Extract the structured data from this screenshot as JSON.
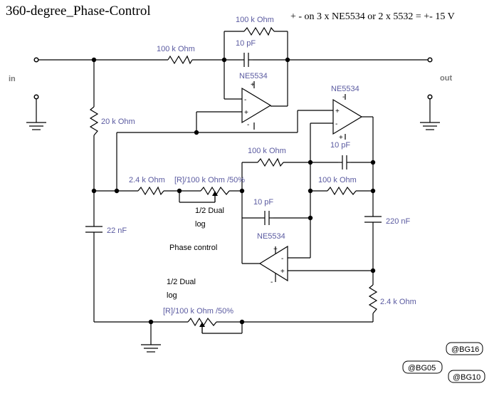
{
  "title": "360-degree_Phase-Control",
  "power_note": "+ -   on 3 x NE5534 or 2 x 5532  =   +- 15 V",
  "terminals": {
    "input": "in",
    "output": "out"
  },
  "opamps": {
    "u1": "NE5534",
    "u2": "NE5534",
    "u3": "NE5534"
  },
  "components": {
    "r_in": "100 k Ohm",
    "r_fb1": "100 k Ohm",
    "c_fb1": "10 pF",
    "r_bias": "20 k Ohm",
    "c_bias": "22 nF",
    "r_series": "2.4 k Ohm",
    "pot1": "[R]/100 k Ohm /50%",
    "pot1_note_1": "1/2 Dual",
    "pot1_note_2": "log",
    "r_u2_in": "100 k Ohm",
    "c_u2_fb": "10 pF",
    "r_u2_fb": "100 k Ohm",
    "c_u3_fb": "10 pF",
    "c_right": "220 nF",
    "r_right": "2.4 k Ohm",
    "pot2_note_1": "1/2 Dual",
    "pot2_note_2": "log",
    "pot2": "[R]/100 k Ohm /50%"
  },
  "phase_label": "Phase control",
  "pins": {
    "plus": "+",
    "minus": "-"
  },
  "tags": [
    "@BG16",
    "@BG05",
    "@BG10"
  ]
}
